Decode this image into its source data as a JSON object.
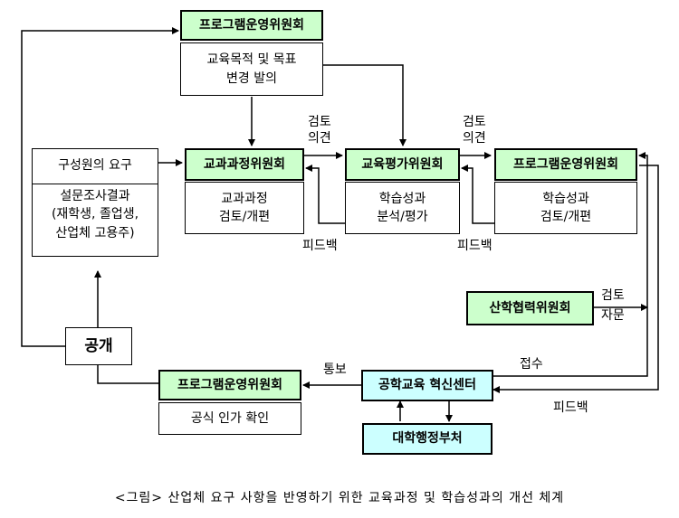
{
  "nodes": {
    "prog_top": "프로그램운영위원회",
    "goal_change": [
      "교육목적 및 목표",
      "변경 발의"
    ],
    "member_req": "구성원의 요구",
    "survey": [
      "설문조사결과",
      "(재학생, 졸업생,",
      "산업체 고용주)"
    ],
    "curriculum_committee": "교과과정위원회",
    "curriculum_review": [
      "교과과정",
      "검토/개편"
    ],
    "eval_committee": "교육평가위원회",
    "outcome_analysis": [
      "학습성과",
      "분석/평가"
    ],
    "prog_right": "프로그램운영위원회",
    "outcome_review": [
      "학습성과",
      "검토/개편"
    ],
    "industry_committee": "산학협력위원회",
    "publish": "공개",
    "prog_bottom": "프로그램운영위원회",
    "accreditation": "공식 인가 확인",
    "innovation_center": "공학교육 혁신센터",
    "admin": "대학행정부처"
  },
  "labels": {
    "opinion1": [
      "검토",
      "의견"
    ],
    "opinion2": [
      "검토",
      "의견"
    ],
    "feedback1": "피드백",
    "feedback2": "피드백",
    "consult": [
      "검토",
      "자문"
    ],
    "receive": "접수",
    "notify": "통보",
    "feedback3": "피드백"
  },
  "caption": "<그림> 산업체 요구 사항을 반영하기 위한 교육과정 및 학습성과의 개선 체계"
}
